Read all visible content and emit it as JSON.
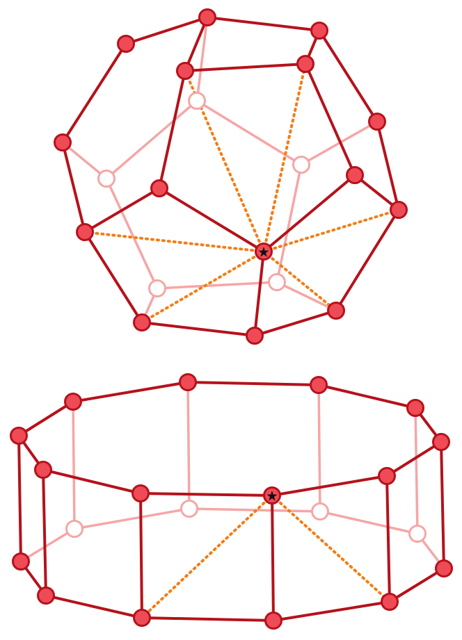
{
  "colors": {
    "front_edge": "#b5121b",
    "back_edge": "#f5a6a6",
    "vertex_fill": "#ef4b57",
    "vertex_stroke": "#b5121b",
    "hidden_vertex_fill": "#ffffff",
    "hidden_vertex_stroke": "#f5a6a6",
    "diagonal": "#f57c12",
    "star": "#111111"
  },
  "figures": [
    {
      "name": "dodecahedron",
      "marked_vertex_glyph": "★",
      "vertex_count": 20
    },
    {
      "name": "decagonal-prism",
      "marked_vertex_glyph": "★",
      "vertex_count": 20
    }
  ]
}
